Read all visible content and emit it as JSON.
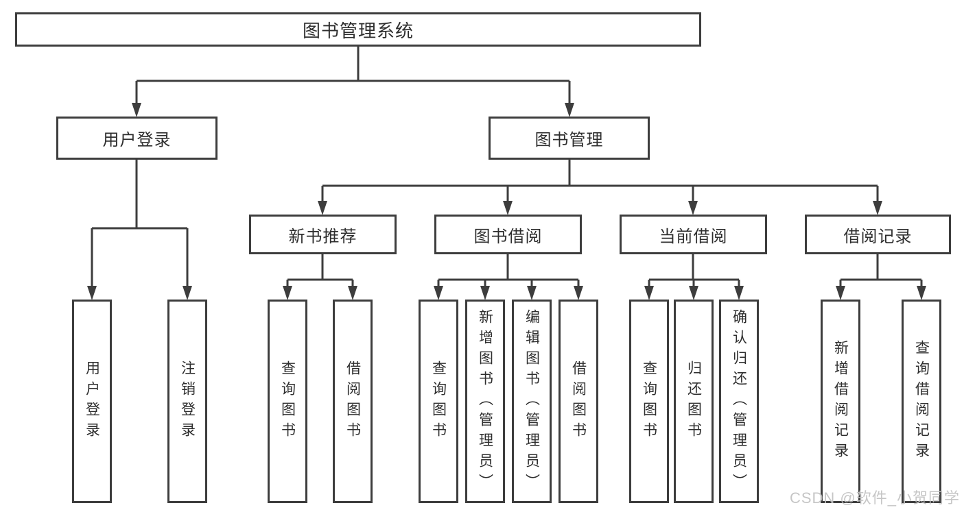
{
  "root": {
    "label": "图书管理系统"
  },
  "branches": [
    {
      "label": "用户登录",
      "children": [
        "用户登录",
        "注销登录"
      ]
    },
    {
      "label": "图书管理",
      "modules": [
        {
          "label": "新书推荐",
          "children": [
            "查询图书",
            "借阅图书"
          ]
        },
        {
          "label": "图书借阅",
          "children": [
            "查询图书",
            "新增图书（管理员）",
            "编辑图书（管理员）",
            "借阅图书"
          ]
        },
        {
          "label": "当前借阅",
          "children": [
            "查询图书",
            "归还图书",
            "确认归还（管理员）"
          ]
        },
        {
          "label": "借阅记录",
          "children": [
            "新增借阅记录",
            "查询借阅记录"
          ]
        }
      ]
    }
  ],
  "watermark": "CSDN @软件_小贺同学",
  "colors": {
    "line": "#3d3d3d",
    "box_border": "#3d3d3d",
    "text": "#2e2e2e",
    "watermark": "#c1c1c1",
    "background": "#ffffff"
  }
}
